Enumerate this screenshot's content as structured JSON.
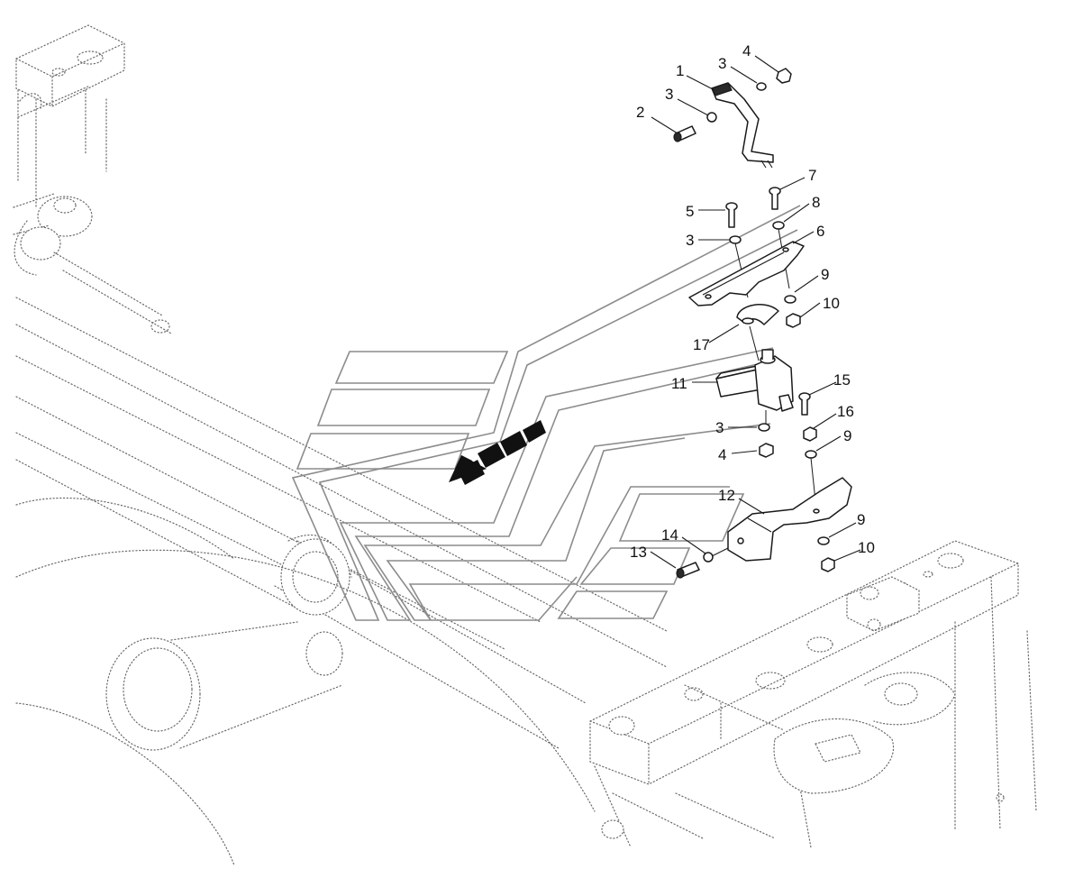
{
  "diagram": {
    "callouts": [
      {
        "id": "c1",
        "text": "1"
      },
      {
        "id": "c2",
        "text": "2"
      },
      {
        "id": "c3a",
        "text": "3"
      },
      {
        "id": "c3b",
        "text": "3"
      },
      {
        "id": "c4a",
        "text": "4"
      },
      {
        "id": "c5",
        "text": "5"
      },
      {
        "id": "c3c",
        "text": "3"
      },
      {
        "id": "c7",
        "text": "7"
      },
      {
        "id": "c8",
        "text": "8"
      },
      {
        "id": "c6",
        "text": "6"
      },
      {
        "id": "c9a",
        "text": "9"
      },
      {
        "id": "c10a",
        "text": "10"
      },
      {
        "id": "c17",
        "text": "17"
      },
      {
        "id": "c11",
        "text": "11"
      },
      {
        "id": "c15",
        "text": "15"
      },
      {
        "id": "c16",
        "text": "16"
      },
      {
        "id": "c3d",
        "text": "3"
      },
      {
        "id": "c9b",
        "text": "9"
      },
      {
        "id": "c4b",
        "text": "4"
      },
      {
        "id": "c12",
        "text": "12"
      },
      {
        "id": "c14",
        "text": "14"
      },
      {
        "id": "c13",
        "text": "13"
      },
      {
        "id": "c9c",
        "text": "9"
      },
      {
        "id": "c10b",
        "text": "10"
      }
    ]
  }
}
